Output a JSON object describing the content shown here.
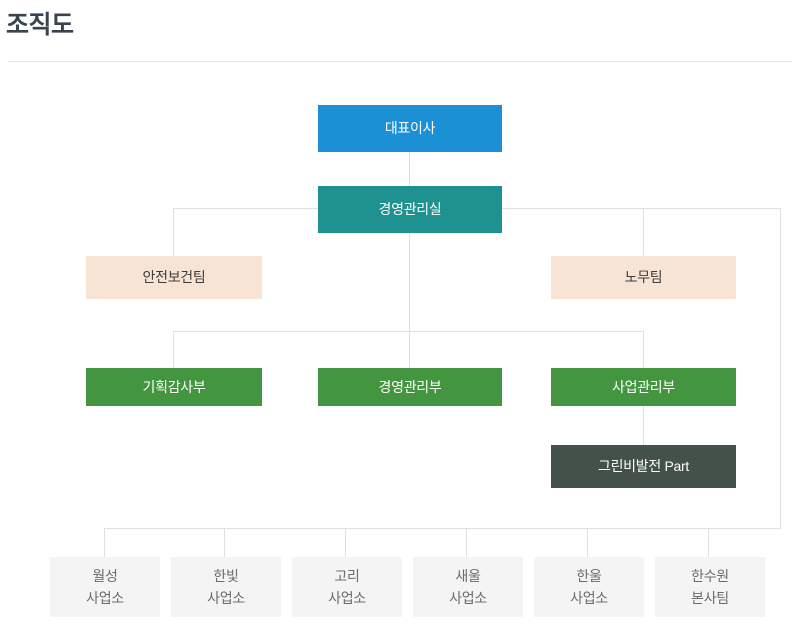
{
  "page": {
    "title": "조직도",
    "background_color": "#ffffff",
    "title_color": "#3a4450",
    "divider_color": "#e6e6e6",
    "connector_color": "#e0e0e0"
  },
  "chart_data": {
    "type": "diagram",
    "title": "조직도",
    "levels": [
      {
        "name": "executive",
        "nodes": [
          {
            "id": "ceo",
            "label": "대표이사",
            "color": "#1c90d4",
            "text_color": "#ffffff"
          }
        ]
      },
      {
        "name": "management-office",
        "nodes": [
          {
            "id": "mgmt-office",
            "label": "경영관리실",
            "color": "#1f918f",
            "text_color": "#ffffff"
          }
        ]
      },
      {
        "name": "teams",
        "nodes": [
          {
            "id": "safety-team",
            "label": "안전보건팀",
            "color": "#f8e4d5",
            "text_color": "#3c3c3c"
          },
          {
            "id": "labor-team",
            "label": "노무팀",
            "color": "#f8e4d5",
            "text_color": "#3c3c3c"
          }
        ]
      },
      {
        "name": "departments",
        "nodes": [
          {
            "id": "planning-audit",
            "label": "기획감사부",
            "color": "#43963f",
            "text_color": "#ffffff"
          },
          {
            "id": "management-dept",
            "label": "경영관리부",
            "color": "#43963f",
            "text_color": "#ffffff"
          },
          {
            "id": "business-dept",
            "label": "사업관리부",
            "color": "#43963f",
            "text_color": "#ffffff"
          }
        ]
      },
      {
        "name": "parts",
        "nodes": [
          {
            "id": "greenbi-part",
            "label": "그린비발전 Part",
            "color": "#44514a",
            "text_color": "#ffffff"
          }
        ]
      },
      {
        "name": "sites",
        "nodes": [
          {
            "id": "site-wolsong",
            "label": "월성\n사업소",
            "color": "#f4f4f4",
            "text_color": "#6b6b6b"
          },
          {
            "id": "site-hanbit",
            "label": "한빛\n사업소",
            "color": "#f4f4f4",
            "text_color": "#6b6b6b"
          },
          {
            "id": "site-gori",
            "label": "고리\n사업소",
            "color": "#f4f4f4",
            "text_color": "#6b6b6b"
          },
          {
            "id": "site-saeul",
            "label": "새울\n사업소",
            "color": "#f4f4f4",
            "text_color": "#6b6b6b"
          },
          {
            "id": "site-hanul",
            "label": "한울\n사업소",
            "color": "#f4f4f4",
            "text_color": "#6b6b6b"
          },
          {
            "id": "site-khnp-hq",
            "label": "한수원\n본사팀",
            "color": "#f4f4f4",
            "text_color": "#6b6b6b"
          }
        ]
      }
    ],
    "edges": [
      {
        "from": "ceo",
        "to": "mgmt-office"
      },
      {
        "from": "mgmt-office",
        "to": "safety-team"
      },
      {
        "from": "mgmt-office",
        "to": "labor-team"
      },
      {
        "from": "mgmt-office",
        "to": "planning-audit"
      },
      {
        "from": "mgmt-office",
        "to": "management-dept"
      },
      {
        "from": "mgmt-office",
        "to": "business-dept"
      },
      {
        "from": "business-dept",
        "to": "greenbi-part"
      },
      {
        "from": "mgmt-office",
        "to": "site-wolsong"
      },
      {
        "from": "mgmt-office",
        "to": "site-hanbit"
      },
      {
        "from": "mgmt-office",
        "to": "site-gori"
      },
      {
        "from": "mgmt-office",
        "to": "site-saeul"
      },
      {
        "from": "mgmt-office",
        "to": "site-hanul"
      },
      {
        "from": "mgmt-office",
        "to": "site-khnp-hq"
      }
    ]
  }
}
